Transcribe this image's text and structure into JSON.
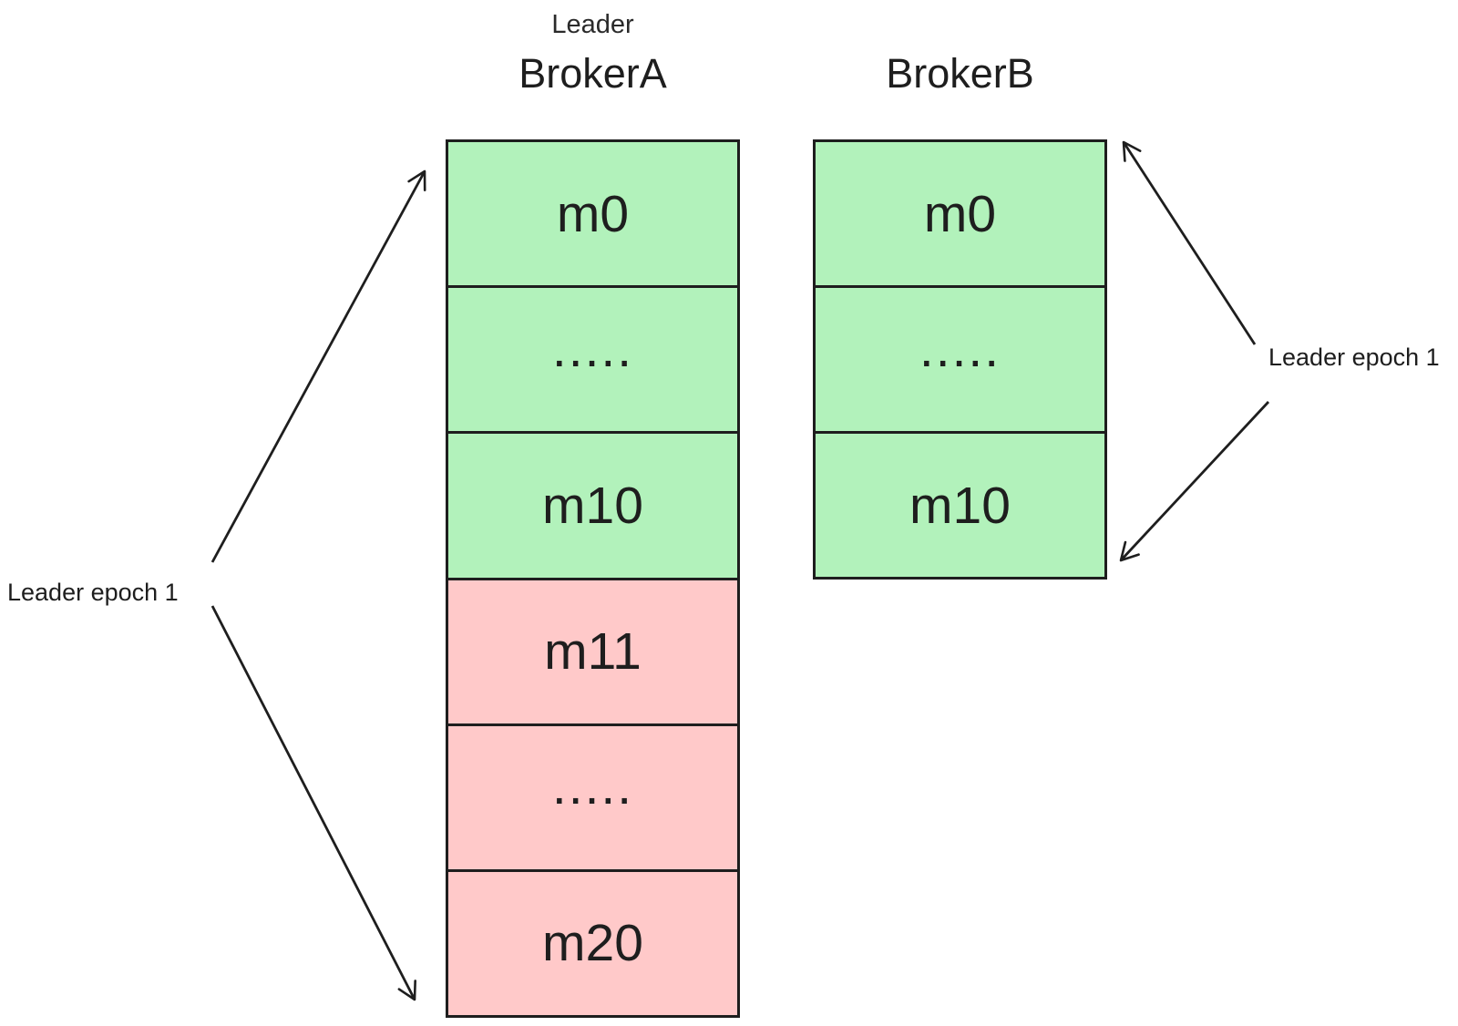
{
  "colors": {
    "committed_green": "#b2f2bb",
    "uncommitted_pink": "#ffc9c9",
    "stroke": "#1e1e1e",
    "background": "#ffffff"
  },
  "brokers": [
    {
      "role": "Leader",
      "name": "BrokerA",
      "cells": [
        {
          "label": "m0",
          "fill": "green"
        },
        {
          "label": ".....",
          "fill": "green"
        },
        {
          "label": "m10",
          "fill": "green"
        },
        {
          "label": "m11",
          "fill": "pink"
        },
        {
          "label": ".....",
          "fill": "pink"
        },
        {
          "label": "m20",
          "fill": "pink"
        }
      ]
    },
    {
      "name": "BrokerB",
      "cells": [
        {
          "label": "m0",
          "fill": "green"
        },
        {
          "label": ".....",
          "fill": "green"
        },
        {
          "label": "m10",
          "fill": "green"
        }
      ]
    }
  ],
  "annotations": {
    "left_epoch": {
      "label": "Leader epoch 1"
    },
    "right_epoch": {
      "label": "Leader epoch 1"
    }
  }
}
